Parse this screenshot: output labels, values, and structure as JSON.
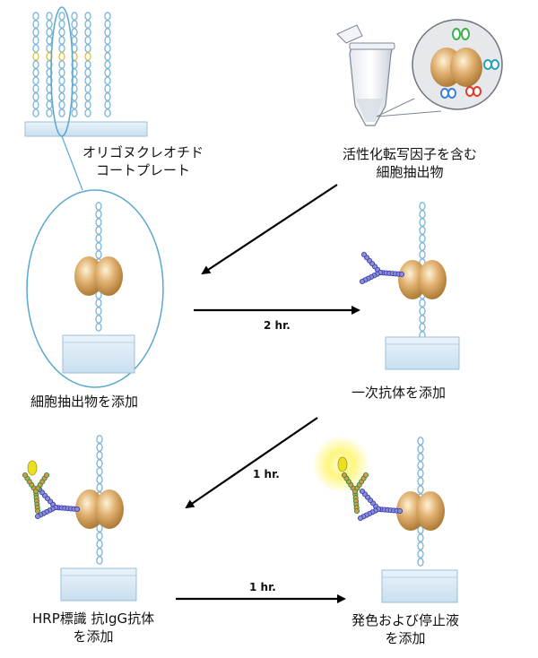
{
  "labels": {
    "plate_line1": "オリゴヌクレオチド",
    "plate_line2": "コートプレート",
    "extract_line1": "活性化転写因子を含む",
    "extract_line2": "細胞抽出物",
    "step1": "細胞抽出物を添加",
    "step2": "一次抗体を添加",
    "step3_line1": "HRP標識 抗IgG抗体",
    "step3_line2": "を添加",
    "step4_line1": "発色および停止液",
    "step4_line2": "を添加"
  },
  "times": {
    "t1": "2 hr.",
    "t2": "1 hr.",
    "t3": "1 hr."
  },
  "colors": {
    "dna": "#7ab4d8",
    "plate_fill": "#d8e8f4",
    "plate_stroke": "#9bbfd8",
    "protein": "#d9a85c",
    "callout": "#5aa8d0",
    "primary_antibody": "#8a8fd6",
    "secondary_antibody": "#d89a4a",
    "hrp": "#e8e020",
    "glow": "#fff59a"
  }
}
